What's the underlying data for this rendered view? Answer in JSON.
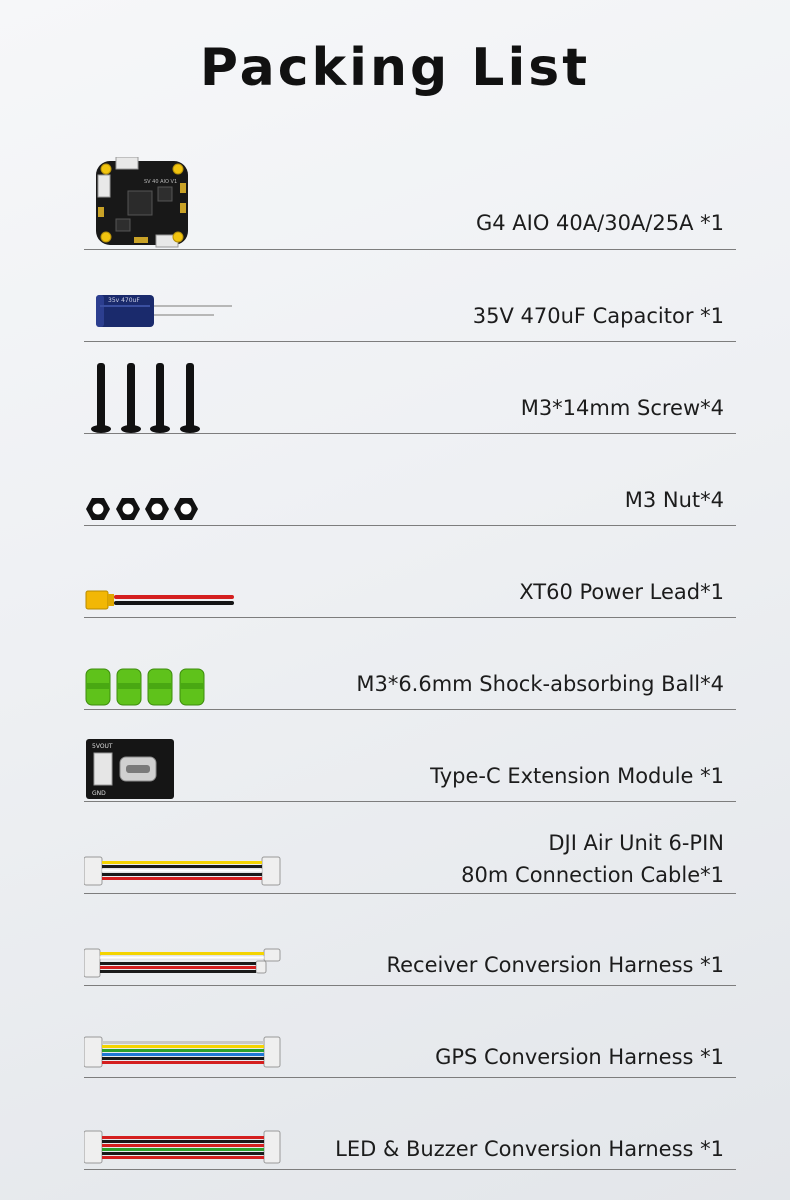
{
  "title": "Packing List",
  "items": [
    {
      "icon": "flight-controller-board-icon",
      "label": "G4 AIO 40A/30A/25A *1"
    },
    {
      "icon": "capacitor-icon",
      "label": "35V 470uF Capacitor *1"
    },
    {
      "icon": "screws-icon",
      "label": "M3*14mm Screw*4"
    },
    {
      "icon": "hex-nuts-icon",
      "label": "M3 Nut*4"
    },
    {
      "icon": "xt60-power-lead-icon",
      "label": "XT60 Power Lead*1"
    },
    {
      "icon": "shock-absorbing-balls-icon",
      "label": "M3*6.6mm Shock-absorbing Ball*4"
    },
    {
      "icon": "type-c-module-icon",
      "label": "Type-C Extension Module *1"
    },
    {
      "icon": "dji-cable-icon",
      "label_line1": "DJI Air Unit 6-PIN",
      "label_line2": "80m Connection Cable*1"
    },
    {
      "icon": "receiver-harness-icon",
      "label": "Receiver Conversion Harness *1"
    },
    {
      "icon": "gps-harness-icon",
      "label": "GPS Conversion Harness *1"
    },
    {
      "icon": "led-buzzer-harness-icon",
      "label": "LED & Buzzer Conversion Harness *1"
    }
  ],
  "board_text": "SV 40 AIO V1",
  "capacitor_text": "35v 470uF",
  "module_text_top": "5VOUT",
  "module_text_bottom": "GND"
}
